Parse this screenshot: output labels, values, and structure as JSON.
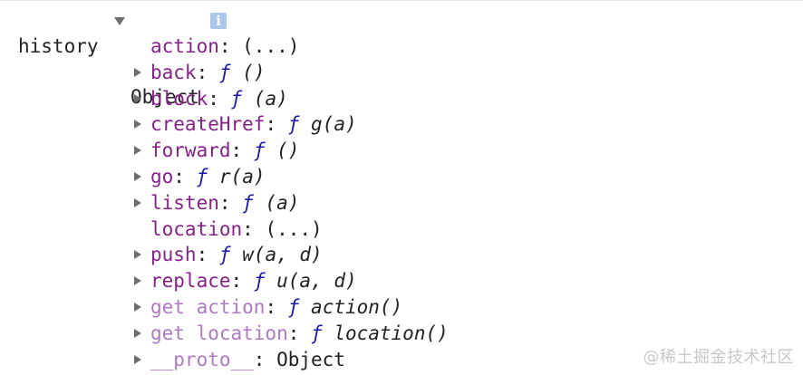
{
  "root": {
    "label": "history",
    "type": "Object",
    "info_glyph": "i"
  },
  "properties": [
    {
      "key": "action",
      "value": "(...)",
      "func": "",
      "expandable": false,
      "faded": false
    },
    {
      "key": "back",
      "value": "",
      "func": "()",
      "expandable": true,
      "faded": false
    },
    {
      "key": "block",
      "value": "",
      "func": "(a)",
      "expandable": true,
      "faded": false
    },
    {
      "key": "createHref",
      "value": "",
      "func": "g(a)",
      "expandable": true,
      "faded": false
    },
    {
      "key": "forward",
      "value": "",
      "func": "()",
      "expandable": true,
      "faded": false
    },
    {
      "key": "go",
      "value": "",
      "func": "r(a)",
      "expandable": true,
      "faded": false
    },
    {
      "key": "listen",
      "value": "",
      "func": "(a)",
      "expandable": true,
      "faded": false
    },
    {
      "key": "location",
      "value": "(...)",
      "func": "",
      "expandable": false,
      "faded": false
    },
    {
      "key": "push",
      "value": "",
      "func": "w(a, d)",
      "expandable": true,
      "faded": false
    },
    {
      "key": "replace",
      "value": "",
      "func": "u(a, d)",
      "expandable": true,
      "faded": false
    },
    {
      "key": "get action",
      "value": "",
      "func": "action()",
      "expandable": true,
      "faded": true
    },
    {
      "key": "get location",
      "value": "",
      "func": "location()",
      "expandable": true,
      "faded": true
    },
    {
      "key": "__proto__",
      "value": "Object",
      "func": "",
      "expandable": true,
      "faded": true
    }
  ],
  "function_symbol": "ƒ",
  "watermark": "@稀土掘金技术社区"
}
